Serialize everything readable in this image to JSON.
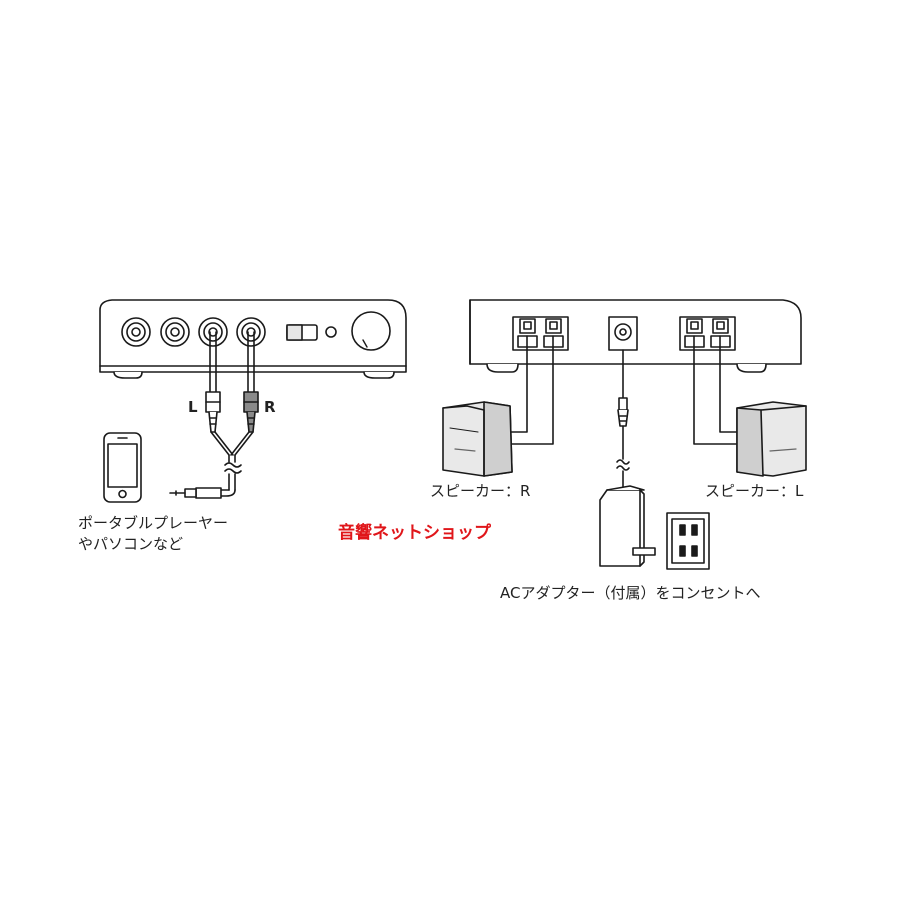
{
  "labels": {
    "left_channel": "L",
    "right_channel": "R",
    "source_line1": "ポータブルプレーヤー",
    "source_line2": "やパソコンなど",
    "shop_watermark": "音響ネットショップ",
    "speaker_right": "スピーカー：R",
    "speaker_left": "スピーカー：L",
    "ac_adapter": "ACアダプター（付属）をコンセントへ"
  },
  "colors": {
    "line": "#1a1a1a",
    "device_fill": "#ffffff",
    "speaker_face": "#e9e9e9",
    "speaker_side": "#cfcfcf",
    "watermark": "#e0161a"
  },
  "icons": [
    "smartphone-icon",
    "speaker-icon",
    "ac-adapter-icon",
    "wall-outlet-icon",
    "rca-plug-icon",
    "stereo-mini-plug-icon",
    "volume-knob-icon"
  ]
}
